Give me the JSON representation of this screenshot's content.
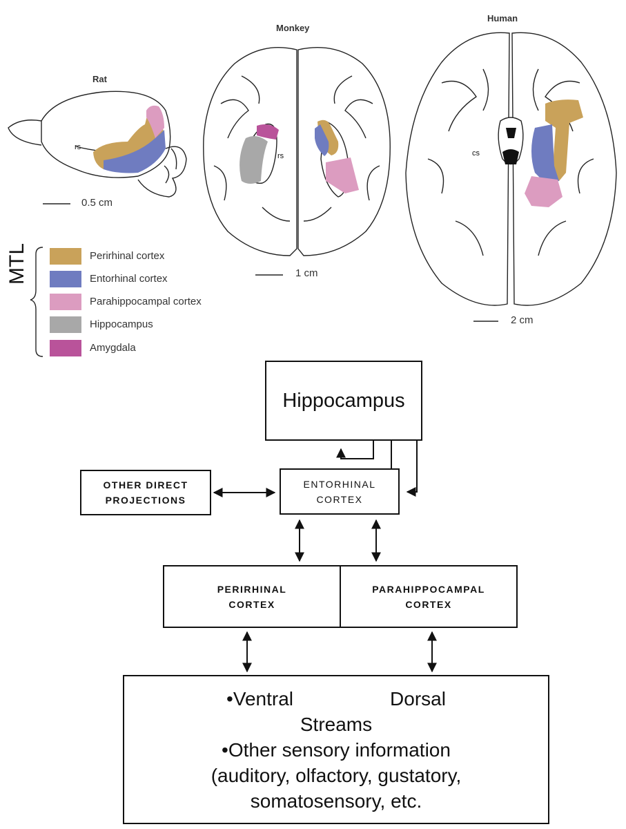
{
  "panels": {
    "rat": {
      "title": "Rat",
      "scale": "0.5 cm",
      "rs_label": "rs"
    },
    "monkey": {
      "title": "Monkey",
      "scale": "1 cm",
      "rs_label": "rs"
    },
    "human": {
      "title": "Human",
      "scale": "2 cm",
      "cs_label": "cs"
    }
  },
  "legend": {
    "group_label": "MTL",
    "items": [
      {
        "label": "Perirhinal cortex",
        "color": "#c9a25a"
      },
      {
        "label": "Entorhinal cortex",
        "color": "#6f7cc0"
      },
      {
        "label": "Parahippocampal cortex",
        "color": "#dc9cc0"
      },
      {
        "label": "Hippocampus",
        "color": "#a8a8a8"
      },
      {
        "label": "Amygdala",
        "color": "#b9539a"
      }
    ]
  },
  "flowchart": {
    "hippocampus": "Hippocampus",
    "other_direct": [
      "OTHER DIRECT",
      "PROJECTIONS"
    ],
    "entorhinal": [
      "ENTORHINAL",
      "CORTEX"
    ],
    "perirhinal": [
      "PERIRHINAL",
      "CORTEX"
    ],
    "parahippocampal": [
      "PARAHIPPOCAMPAL",
      "CORTEX"
    ],
    "streams": {
      "line1_a": "•Ventral",
      "line1_b": "Dorsal",
      "line2": "Streams",
      "line3": "•Other sensory information",
      "line4": "(auditory, olfactory, gustatory,",
      "line5": "somatosensory, etc."
    }
  }
}
